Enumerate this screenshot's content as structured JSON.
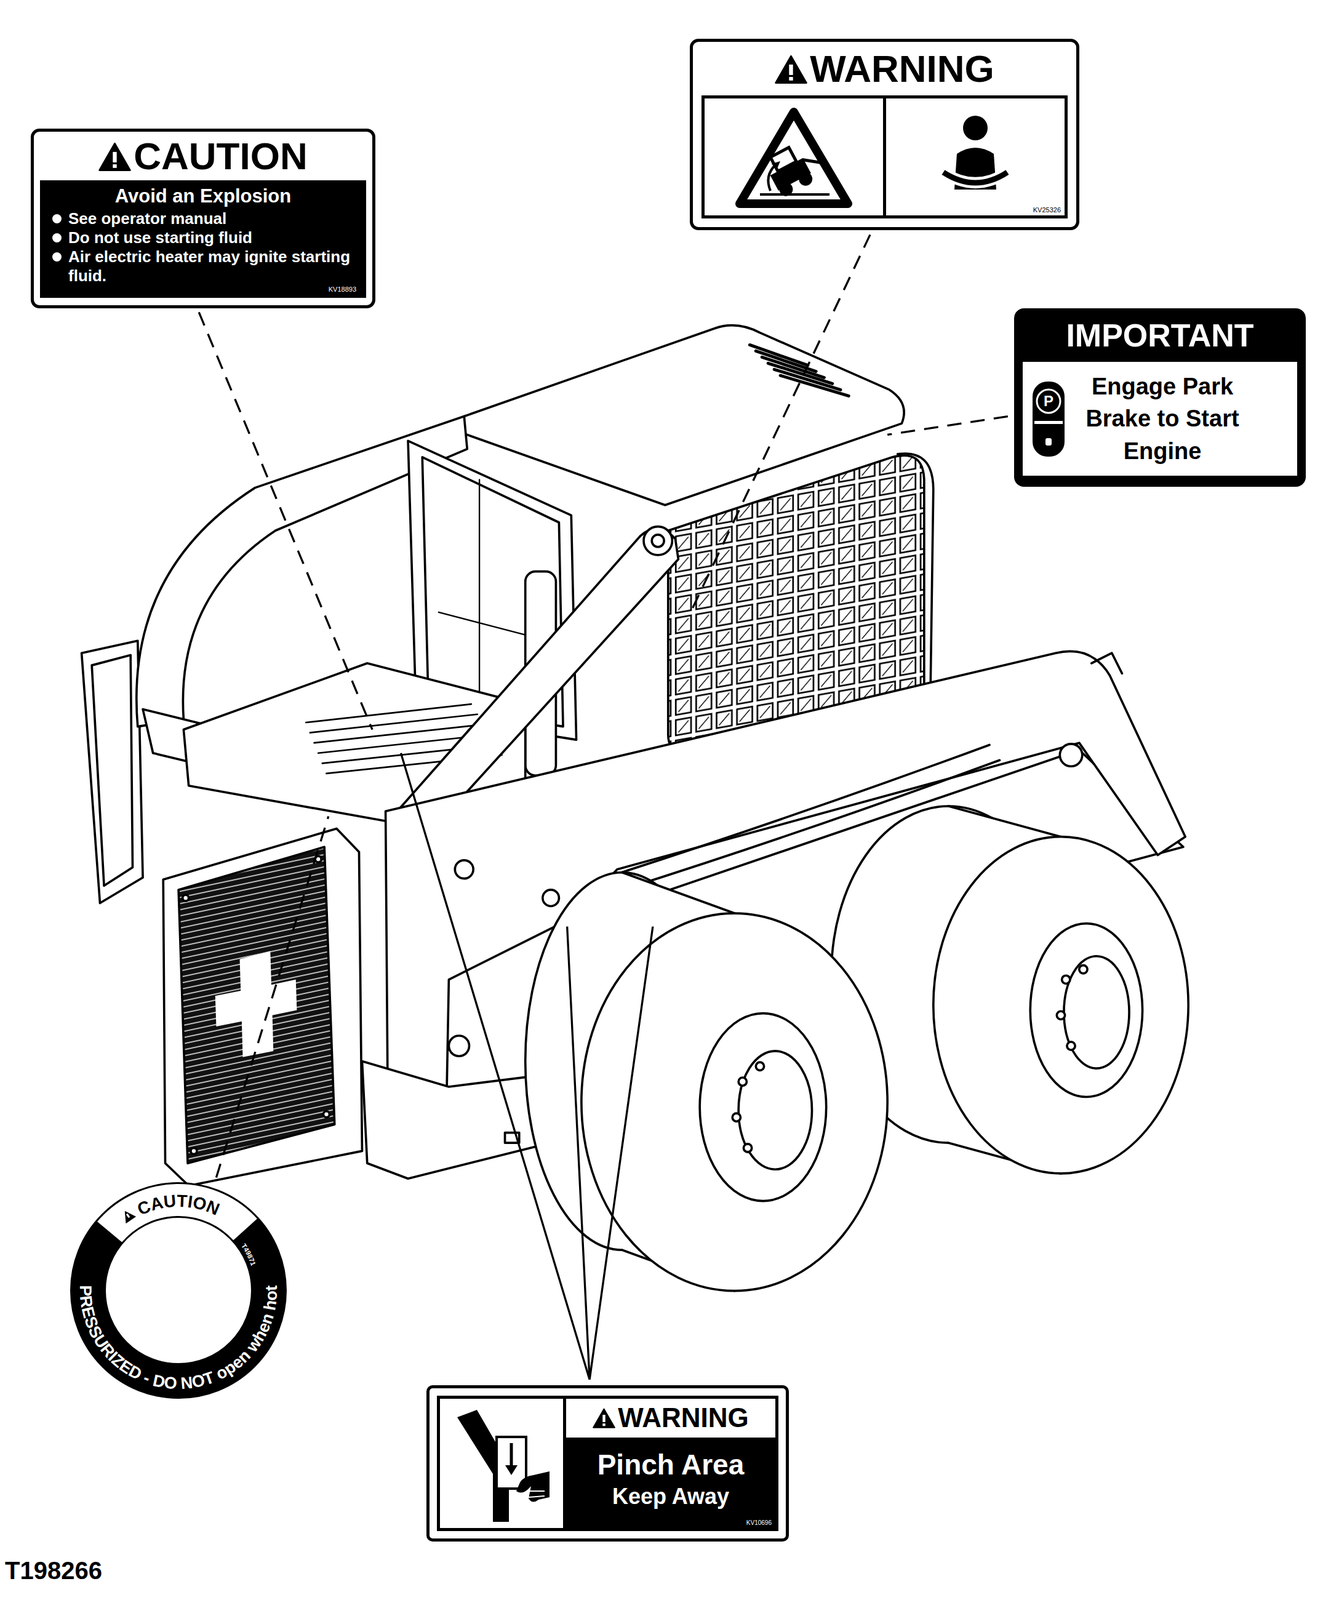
{
  "diagram": {
    "nodes": [
      {
        "text": [
          "WARNING",
          "KV25326"
        ]
      },
      {
        "text": [
          "CAUTION",
          "Avoid an Explosion",
          "See operator manual",
          "Do not use starting fluid",
          "Air electric heater may ignite starting fluid.",
          "KV18893"
        ]
      },
      {
        "text": [
          "IMPORTANT",
          "P",
          "Engage Park Brake to Start Engine"
        ]
      },
      {
        "text": [
          "CAUTION",
          "PRESSURIZED - DO NOT open when hot",
          "T49871"
        ]
      },
      {
        "text": [
          "WARNING",
          "Pinch Area",
          "Keep Away",
          "KV10696"
        ]
      }
    ],
    "labels": [
      "T198266"
    ]
  }
}
